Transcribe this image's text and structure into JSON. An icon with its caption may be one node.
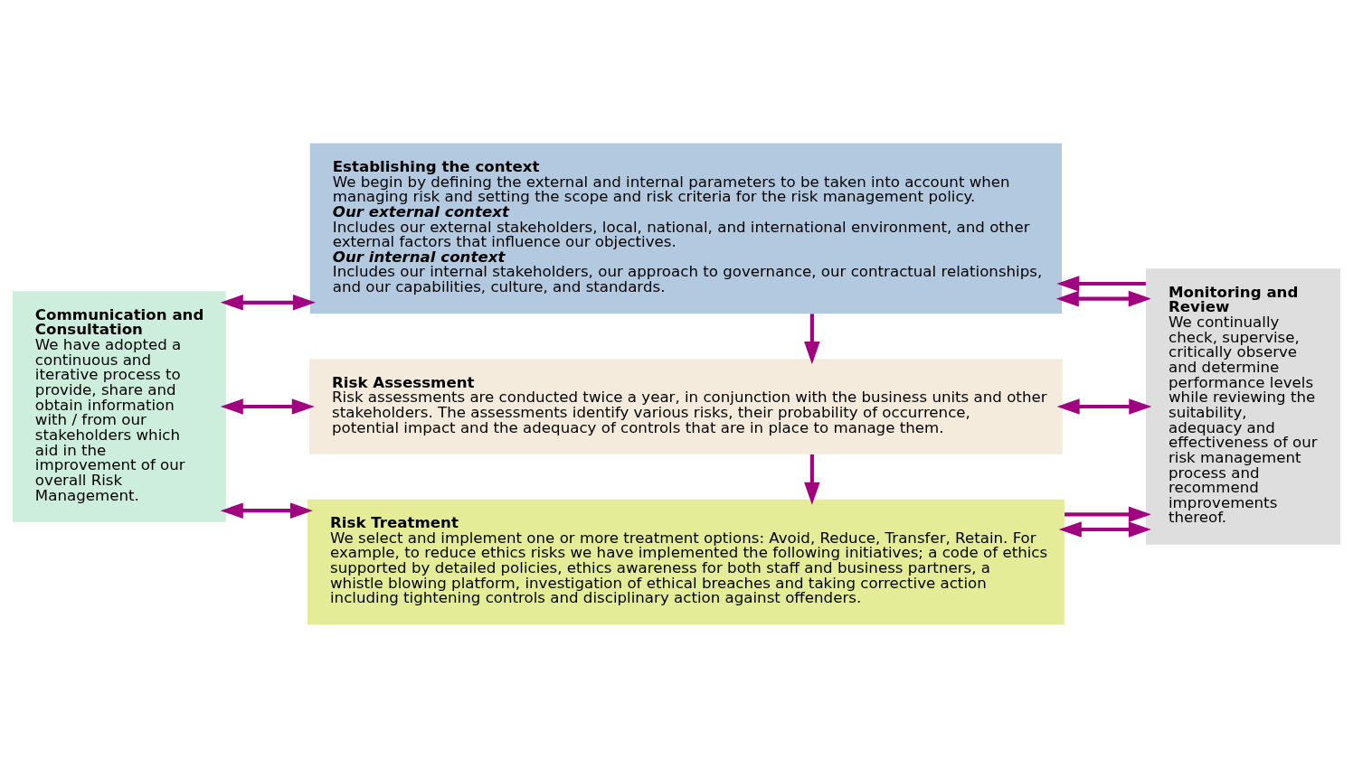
{
  "diagram": {
    "nodes": [
      {
        "text": [
          "Communication and Consultation",
          "We have adopted a continuous and iterative process to provide, share and obtain information with / from our stakeholders which aid in the improvement of our overall Risk Management."
        ]
      },
      {
        "text": [
          "Establishing the context",
          "We begin by defining the external and internal parameters to be taken into account when managing risk and setting the scope and risk criteria for the risk management policy.",
          "Our external context",
          "Includes our external stakeholders, local, national, and international environment, and other external factors that influence our objectives.",
          "Our internal context",
          "Includes our internal stakeholders, our approach to governance, our contractual relationships, and our capabilities, culture, and standards."
        ]
      },
      {
        "text": [
          "Risk Assessment",
          "Risk assessments are conducted twice a year, in conjunction with the business units and other stakeholders. The assessments identify various risks, their probability of occurrence, potential impact and the adequacy of controls that are in place to manage them."
        ]
      },
      {
        "text": [
          "Risk Treatment",
          "We select and implement one or more treatment options: Avoid, Reduce, Transfer, Retain. For example, to reduce ethics risks we have implemented the following initiatives; a code of ethics supported by detailed policies, ethics awareness for both staff and business partners, a whistle blowing platform, investigation of ethical breaches and taking corrective action including tightening controls and disciplinary action against offenders."
        ]
      },
      {
        "text": [
          "Monitoring and Review",
          "We continually check, supervise, critically observe and determine performance levels while reviewing the suitability, adequacy and effectiveness of our risk management process and recommend improvements thereof."
        ]
      }
    ],
    "edges": [
      {
        "from": 0,
        "to": 1,
        "arrow": "both"
      },
      {
        "from": 0,
        "to": 2,
        "arrow": "both"
      },
      {
        "from": 0,
        "to": 3,
        "arrow": "both"
      },
      {
        "from": 1,
        "to": 4,
        "arrow": "both"
      },
      {
        "from": 2,
        "to": 4,
        "arrow": "both"
      },
      {
        "from": 3,
        "to": 4,
        "arrow": "both"
      },
      {
        "from": 1,
        "to": 2,
        "arrow": "to"
      },
      {
        "from": 2,
        "to": 3,
        "arrow": "to"
      },
      {
        "from": 4,
        "to": 1,
        "arrow": "to"
      },
      {
        "from": 3,
        "to": 4,
        "arrow": "to"
      }
    ]
  }
}
